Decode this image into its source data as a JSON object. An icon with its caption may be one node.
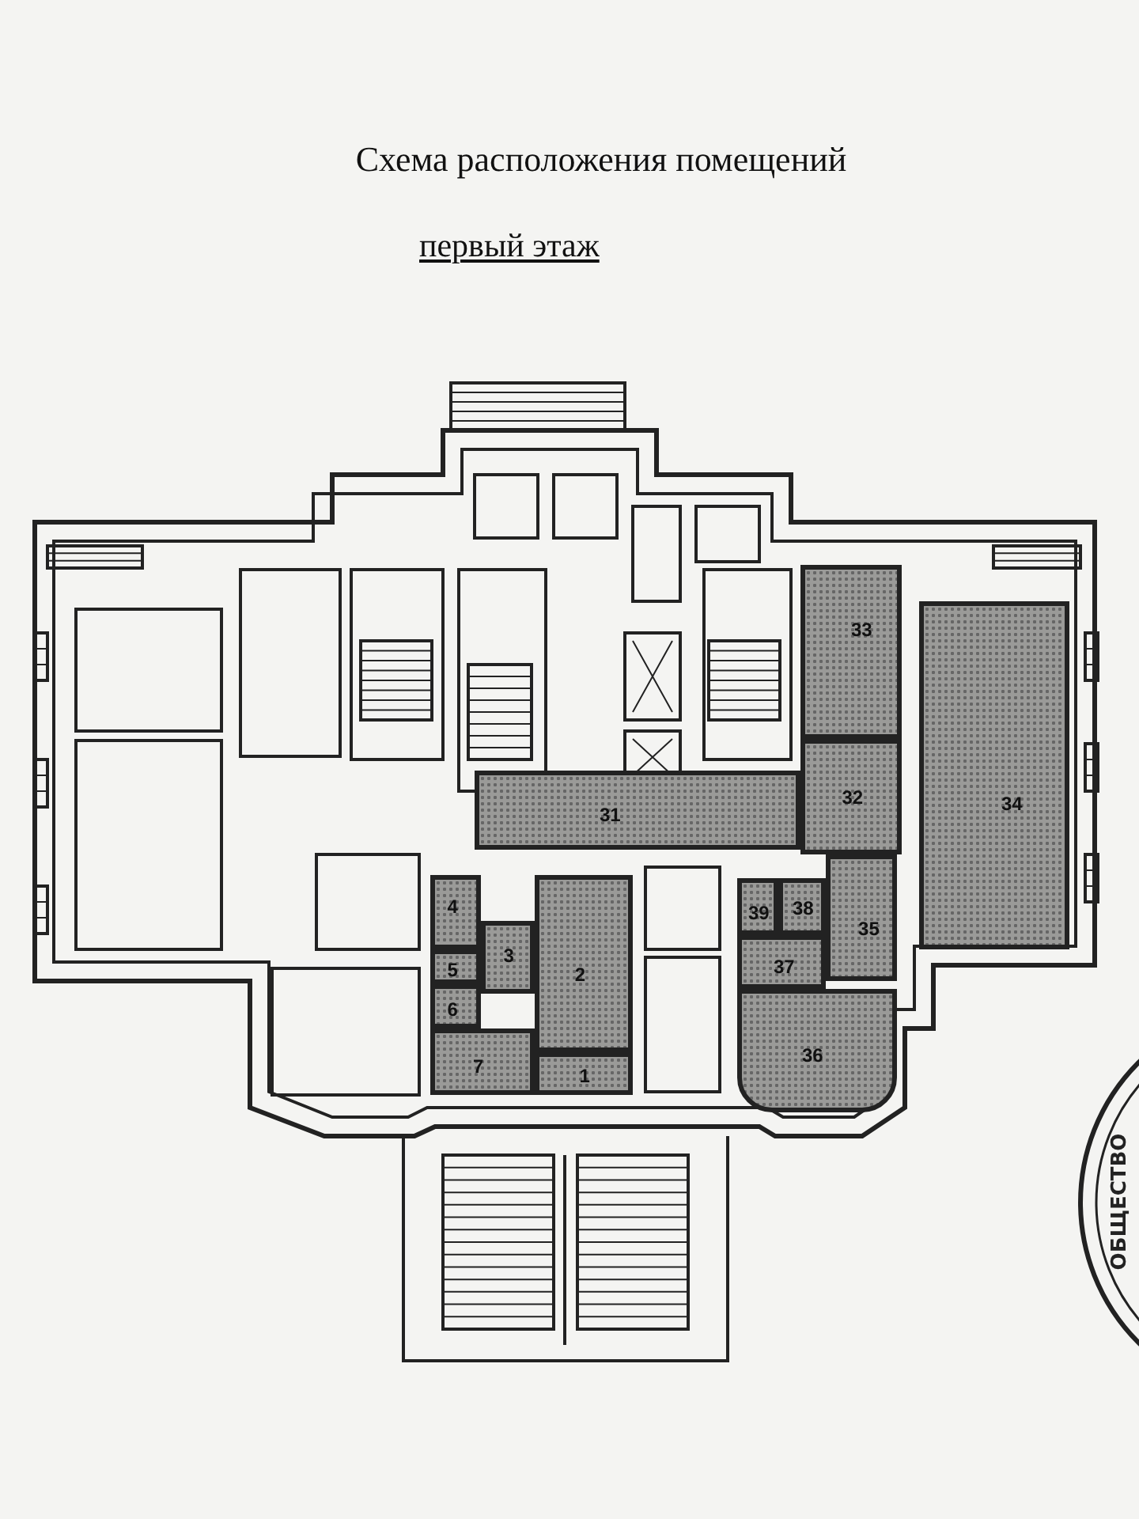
{
  "diagram": {
    "title": "Схема расположения помещений",
    "nodes": [
      {
        "text": [
          "33"
        ]
      },
      {
        "text": [
          "34"
        ]
      },
      {
        "text": [
          "31"
        ]
      },
      {
        "text": [
          "32"
        ]
      },
      {
        "text": [
          "4"
        ]
      },
      {
        "text": [
          "2"
        ]
      },
      {
        "text": [
          "3"
        ]
      },
      {
        "text": [
          "39"
        ]
      },
      {
        "text": [
          "38"
        ]
      },
      {
        "text": [
          "35"
        ]
      },
      {
        "text": [
          "5"
        ]
      },
      {
        "text": [
          "37"
        ]
      },
      {
        "text": [
          "6"
        ]
      },
      {
        "text": [
          "36"
        ]
      },
      {
        "text": [
          "7"
        ]
      },
      {
        "text": [
          "1"
        ]
      }
    ],
    "labels": [
      "первый этаж",
      "ОБЩЕСТВО"
    ]
  }
}
